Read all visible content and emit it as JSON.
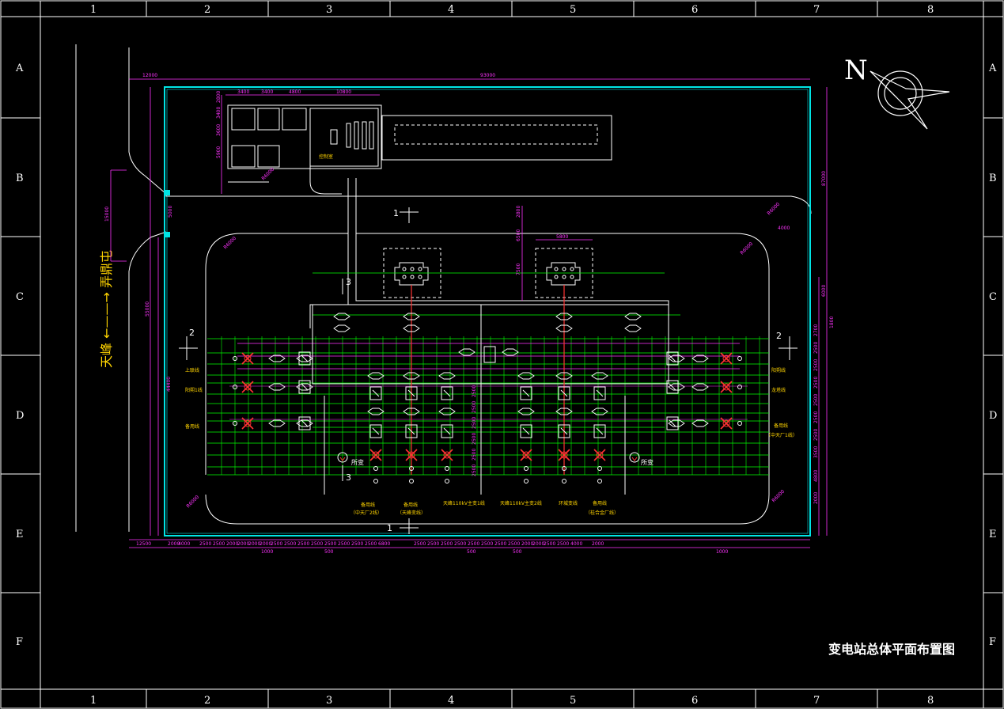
{
  "drawing": {
    "title": "变电站总体平面布置图",
    "road_label": "天峰 ←——→ 弄鼎屯",
    "north_label": "N",
    "section_labels": [
      "1",
      "1",
      "2",
      "2",
      "3",
      "3"
    ],
    "room_label": "控制室",
    "aux_labels": [
      "所变",
      "所变"
    ]
  },
  "frame": {
    "columns": [
      "1",
      "2",
      "3",
      "4",
      "5",
      "6",
      "7",
      "8"
    ],
    "rows": [
      "A",
      "B",
      "C",
      "D",
      "E",
      "F"
    ]
  },
  "bay_labels": {
    "left": [
      "上联线",
      "阳朔1线",
      "备用线"
    ],
    "right": [
      "阳朔线",
      "龙塔线",
      "备用线",
      "（中天厂1线）"
    ],
    "bottom": [
      "备用线",
      "（中天厂2线）",
      "备用线",
      "（天峰变线）",
      "天峰110kV主变1线",
      "天峰110kV主变2线",
      "环城变线",
      "备用线",
      "（桂合金厂线）"
    ]
  },
  "dimensions": {
    "top": [
      "12000",
      "93000"
    ],
    "building": [
      "3400",
      "3400",
      "4800",
      "10800",
      "2800",
      "3400",
      "3600",
      "5900"
    ],
    "left": [
      "15000",
      "5000",
      "55000",
      "44400"
    ],
    "right": [
      "87000",
      "4000",
      "6000",
      "1800"
    ],
    "transformer": [
      "5800",
      "6500",
      "2800",
      "7500"
    ],
    "bottom_row1": [
      "12500",
      "2000",
      "4000",
      "2500",
      "2500",
      "2000",
      "2000",
      "2000",
      "2000",
      "2500",
      "2500",
      "2500",
      "2500",
      "2500",
      "2500",
      "2500",
      "2500",
      "6800",
      "2500",
      "2500",
      "2500",
      "2500",
      "2500",
      "2500",
      "2500",
      "2500",
      "2000",
      "2000",
      "2500",
      "2500",
      "4000",
      "2000"
    ],
    "bottom_row2": [
      "1000",
      "500",
      "500",
      "500",
      "1000"
    ],
    "right_stack": [
      "2700",
      "2500",
      "2500",
      "2500",
      "2500",
      "2500",
      "2500",
      "3500",
      "4800",
      "2000"
    ],
    "center_stack": [
      "2500",
      "2500",
      "2500",
      "2500",
      "2500",
      "2500"
    ],
    "corners": [
      "R6000",
      "R6000",
      "R6000",
      "R6000",
      "R6000",
      "R6000"
    ]
  }
}
